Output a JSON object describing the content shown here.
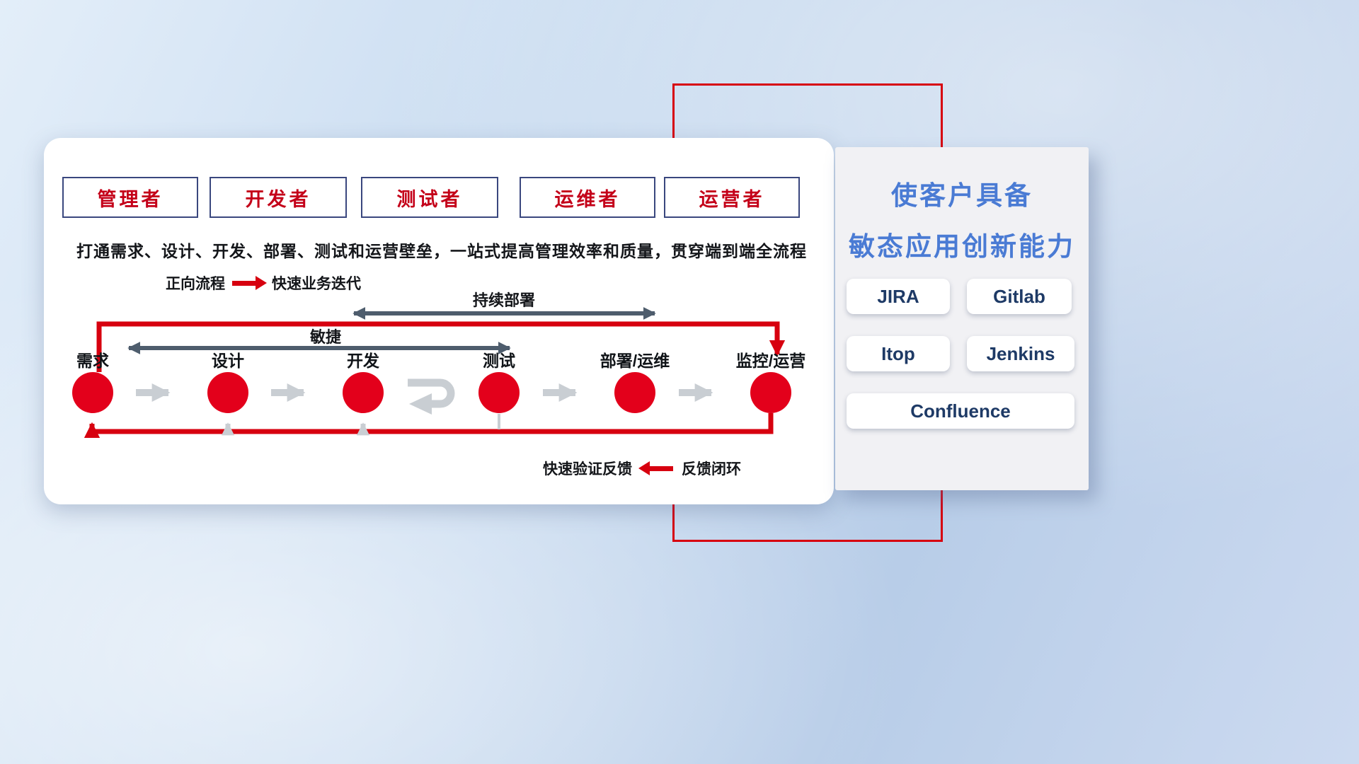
{
  "roles": [
    "管理者",
    "开发者",
    "测试者",
    "运维者",
    "运营者"
  ],
  "headline": "打通需求、设计、开发、部署、测试和运营壁垒，一站式提高管理效率和质量，贯穿端到端全流程",
  "legend_forward": {
    "label": "正向流程",
    "desc": "快速业务迭代"
  },
  "legend_feedback": {
    "label": "快速验证反馈",
    "desc": "反馈闭环"
  },
  "flow": {
    "stages": [
      "需求",
      "设计",
      "开发",
      "测试",
      "部署/运维",
      "监控/运营"
    ],
    "span_cd": "持续部署",
    "span_agile": "敏捷"
  },
  "right_panel": {
    "title_line1": "使客户具备",
    "title_line2": "敏态应用创新能力",
    "tools": [
      "JIRA",
      "Gitlab",
      "Itop",
      "Jenkins",
      "Confluence"
    ]
  },
  "colors": {
    "accent_red": "#d7000f",
    "node_red": "#e3001b",
    "slate_arrow": "#4e5d6d",
    "gray_arrow": "#c9ced3",
    "role_text": "#c40019",
    "role_border": "#3a477e",
    "panel_title_blue": "#4a7bd4",
    "tool_text": "#1e3a66"
  }
}
